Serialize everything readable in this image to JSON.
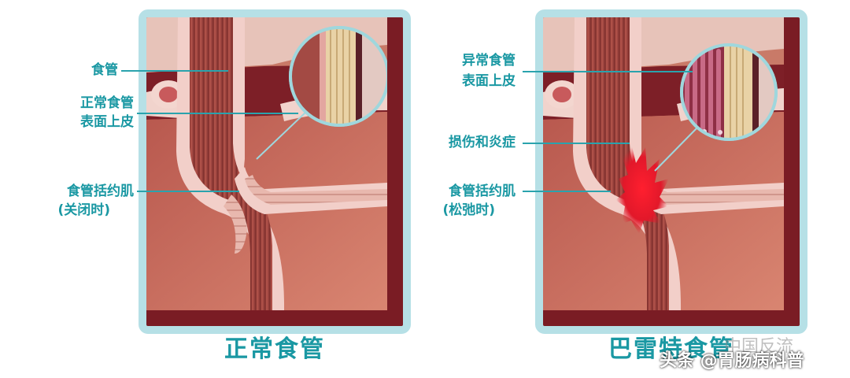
{
  "left_panel": {
    "labels": [
      "食管",
      "正常食管",
      "表面上皮",
      "食管括约肌",
      "(关闭时)"
    ],
    "caption": "正常食管"
  },
  "right_panel": {
    "labels": [
      "异常食管",
      "表面上皮",
      "损伤和炎症",
      "食管括约肌",
      "(松弛时)"
    ],
    "caption": "巴雷特食管"
  },
  "watermark": {
    "source": "中国反流",
    "credit": "头条 @胃肠病科普"
  },
  "colors": {
    "frame": "#b6e0e6",
    "label_text": "#1a98a3",
    "muscle": "#a84a45",
    "stomach": "#c56a5c",
    "mucosa_pink": "#f2cfc9",
    "inflammation": "#e21a2a"
  }
}
